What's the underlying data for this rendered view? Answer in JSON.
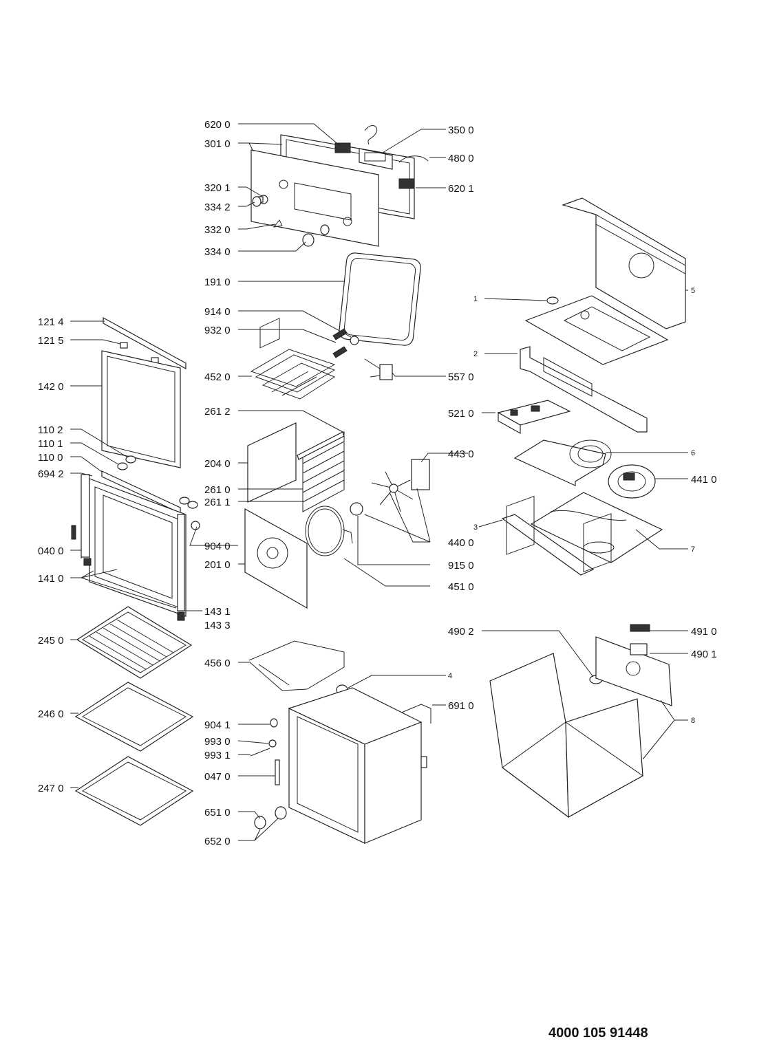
{
  "document_number": "4000 105 91448",
  "labels": {
    "l620_0": "620 0",
    "l301_0": "301 0",
    "l320_1": "320 1",
    "l334_2": "334 2",
    "l332_0": "332 0",
    "l334_0": "334 0",
    "l350_0": "350 0",
    "l480_0": "480 0",
    "l620_1": "620 1",
    "l191_0": "191 0",
    "l914_0": "914 0",
    "l932_0": "932 0",
    "l452_0": "452 0",
    "l557_0": "557 0",
    "l121_4": "121 4",
    "l121_5": "121 5",
    "l142_0": "142 0",
    "l261_2": "261 2",
    "l204_0": "204 0",
    "l261_0": "261 0",
    "l261_1": "261 1",
    "l110_2": "110 2",
    "l110_1": "110 1",
    "l110_0": "110 0",
    "l694_2": "694 2",
    "l443_0": "443 0",
    "l440_0": "440 0",
    "l915_0": "915 0",
    "l451_0": "451 0",
    "l904_0": "904 0",
    "l201_0": "201 0",
    "l040_0": "040 0",
    "l141_0": "141 0",
    "l143_1": "143 1",
    "l143_3": "143 3",
    "l245_0": "245 0",
    "l456_0": "456 0",
    "l246_0": "246 0",
    "l247_0": "247 0",
    "l904_1": "904 1",
    "l993_0": "993 0",
    "l993_1": "993 1",
    "l047_0": "047 0",
    "l651_0": "651 0",
    "l652_0": "652 0",
    "l691_0": "691 0",
    "l4": "4",
    "l1": "1",
    "l2": "2",
    "l5": "5",
    "l521_0": "521 0",
    "l6": "6",
    "l441_0": "441 0",
    "l3": "3",
    "l7": "7",
    "l490_2": "490 2",
    "l491_0": "491 0",
    "l490_1": "490 1",
    "l8": "8"
  }
}
